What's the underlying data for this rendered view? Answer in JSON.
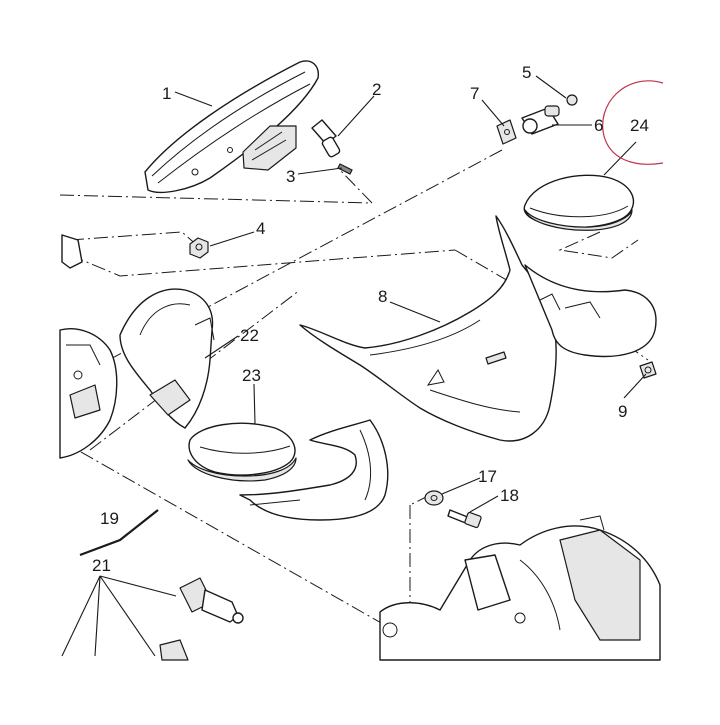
{
  "diagram": {
    "callouts": [
      {
        "id": "1",
        "label": "1"
      },
      {
        "id": "2",
        "label": "2"
      },
      {
        "id": "3",
        "label": "3"
      },
      {
        "id": "4",
        "label": "4"
      },
      {
        "id": "5",
        "label": "5"
      },
      {
        "id": "6",
        "label": "6"
      },
      {
        "id": "7",
        "label": "7"
      },
      {
        "id": "8",
        "label": "8"
      },
      {
        "id": "9",
        "label": "9"
      },
      {
        "id": "17",
        "label": "17"
      },
      {
        "id": "18",
        "label": "18"
      },
      {
        "id": "19",
        "label": "19"
      },
      {
        "id": "21",
        "label": "21"
      },
      {
        "id": "22",
        "label": "22"
      },
      {
        "id": "23",
        "label": "23"
      },
      {
        "id": "24",
        "label": "24"
      }
    ],
    "highlight_color": "#c0304a",
    "line_color": "#1a1a1a",
    "background": "#ffffff"
  }
}
